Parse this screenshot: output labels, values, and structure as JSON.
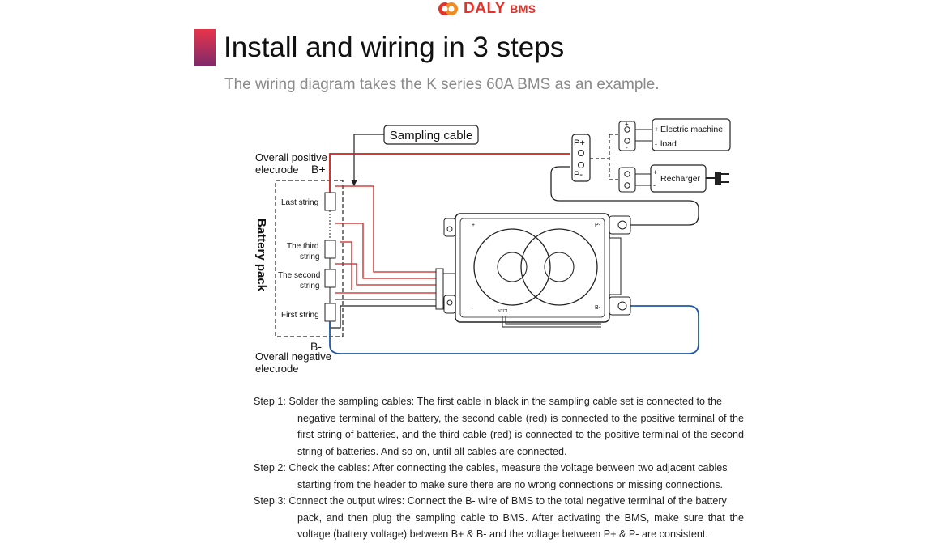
{
  "brand": {
    "name": "DALY",
    "suffix": "BMS",
    "color": "#e4322b"
  },
  "header": {
    "title": "Install and wiring in 3 steps",
    "subtitle": "The wiring diagram takes the K series 60A BMS as an example."
  },
  "diagram": {
    "sampling_cable": "Sampling cable",
    "overall_positive": "Overall positive",
    "electrode": "electrode",
    "b_plus": "B+",
    "b_minus": "B-",
    "overall_negative": "Overall negative",
    "battery_pack": "Battery pack",
    "last_string": "Last string",
    "third_string_1": "The third",
    "third_string_2": "string",
    "second_string_1": "The second",
    "second_string_2": "string",
    "first_string": "First string",
    "p_plus": "P+",
    "p_minus": "P-",
    "load_1": "Electric machine",
    "load_2": "load",
    "recharger": "Recharger",
    "bms_p_minus": "P-",
    "bms_b_minus": "B-",
    "bms_plus": "+",
    "bms_minus": "-",
    "ntc": "NTC1",
    "plus": "+",
    "minus": "-",
    "colors": {
      "red": "#c8201e",
      "blue": "#1e5aa8"
    }
  },
  "steps": [
    {
      "first": "Step 1: Solder the sampling cables: The first cable in black in the sampling cable set is connected to the",
      "rest": "negative terminal of the battery, the second cable (red) is connected to the positive terminal of the first string of batteries, and the third cable (red) is connected to the positive terminal of the second string of batteries. And so on, until all cables are connected."
    },
    {
      "first": "Step 2: Check the cables: After connecting the cables, measure the voltage between two adjacent cables",
      "rest": "starting from the header to make sure there are no wrong connections or missing connections."
    },
    {
      "first": "Step 3: Connect the output wires: Connect the B- wire of BMS to the total negative terminal of the battery",
      "rest": "pack, and then plug the sampling cable to BMS. After activating the BMS, make sure that the voltage (battery voltage) between B+ & B- and the voltage between P+ & P- are consistent."
    }
  ]
}
